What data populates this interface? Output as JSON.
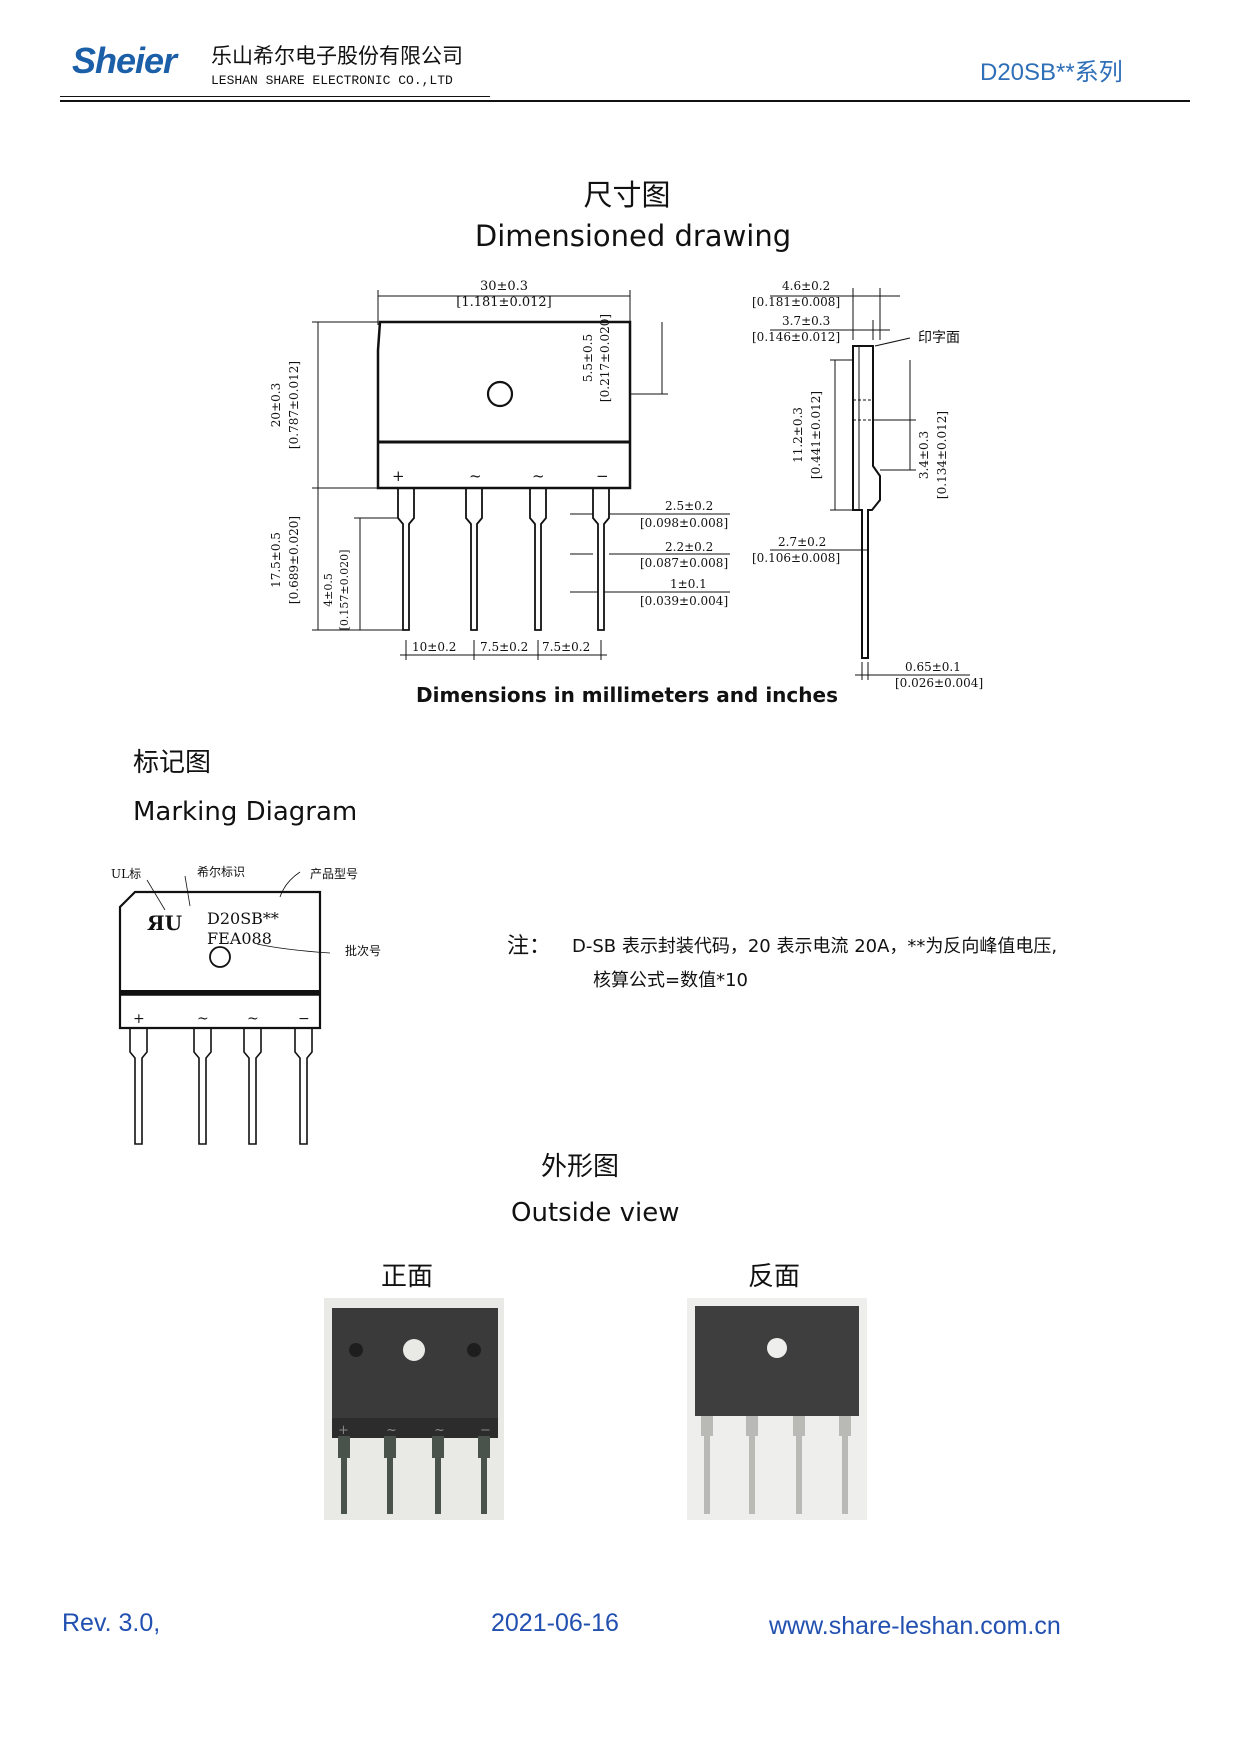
{
  "header": {
    "logo_text": "Sheier",
    "company_cn": "乐山希尔电子股份有限公司",
    "company_en": "LESHAN SHARE ELECTRONIC CO.,LTD",
    "series": "D20SB**系列"
  },
  "dimensions_section": {
    "title_cn": "尺寸图",
    "title_en": "Dimensioned drawing",
    "caption": "Dimensions in millimeters and inches",
    "labels": {
      "width_mm": "30±0.3",
      "width_in": "[1.181±0.012]",
      "height_mm": "20±0.3",
      "height_in": "[0.787±0.012]",
      "hole_mm": "5.5±0.5",
      "hole_in": "[0.217±0.020]",
      "lead_len_mm": "17.5±0.5",
      "lead_len_in": "[0.689±0.020]",
      "lead_shoulder_mm": "4±0.5",
      "lead_shoulder_in": "[0.157±0.020]",
      "lead_w1_mm": "2.5±0.2",
      "lead_w1_in": "[0.098±0.008]",
      "lead_w2_mm": "2.2±0.2",
      "lead_w2_in": "[0.087±0.008]",
      "lead_w3_mm": "1±0.1",
      "lead_w3_in": "[0.039±0.004]",
      "pitch1": "10±0.2",
      "pitch2": "7.5±0.2",
      "pitch3": "7.5±0.2",
      "thick1_mm": "4.6±0.2",
      "thick1_in": "[0.181±0.008]",
      "thick2_mm": "3.7±0.3",
      "thick2_in": "[0.146±0.012]",
      "marking_face": "印字面",
      "side_h1_mm": "11.2±0.3",
      "side_h1_in": "[0.441±0.012]",
      "side_h2_mm": "3.4±0.3",
      "side_h2_in": "[0.134±0.012]",
      "side_lead_mm": "2.7±0.2",
      "side_lead_in": "[0.106±0.008]",
      "lead_thick_mm": "0.65±0.1",
      "lead_thick_in": "[0.026±0.004]",
      "pin_plus": "+",
      "pin_ac1": "~",
      "pin_ac2": "~",
      "pin_minus": "−"
    }
  },
  "marking_section": {
    "title_cn": "标记图",
    "title_en": "Marking Diagram",
    "labels": {
      "ul_mark": "UL标",
      "sheier_mark": "希尔标识",
      "model": "产品型号",
      "batch": "批次号",
      "model_text": "D20SB**",
      "batch_text": "FEA088",
      "ul_symbol": "ЯU"
    },
    "note_label": "注：",
    "note_line1": "D-SB 表示封装代码，20 表示电流 20A，**为反向峰值电压,",
    "note_line2": "核算公式=数值*10"
  },
  "outside_section": {
    "title_cn": "外形图",
    "title_en": "Outside view",
    "front": "正面",
    "back": "反面",
    "front_pins": [
      "+",
      "~",
      "~",
      "−"
    ]
  },
  "footer": {
    "rev": "Rev. 3.0,",
    "date": "2021-06-16",
    "url": "www.share-leshan.com.cn"
  }
}
